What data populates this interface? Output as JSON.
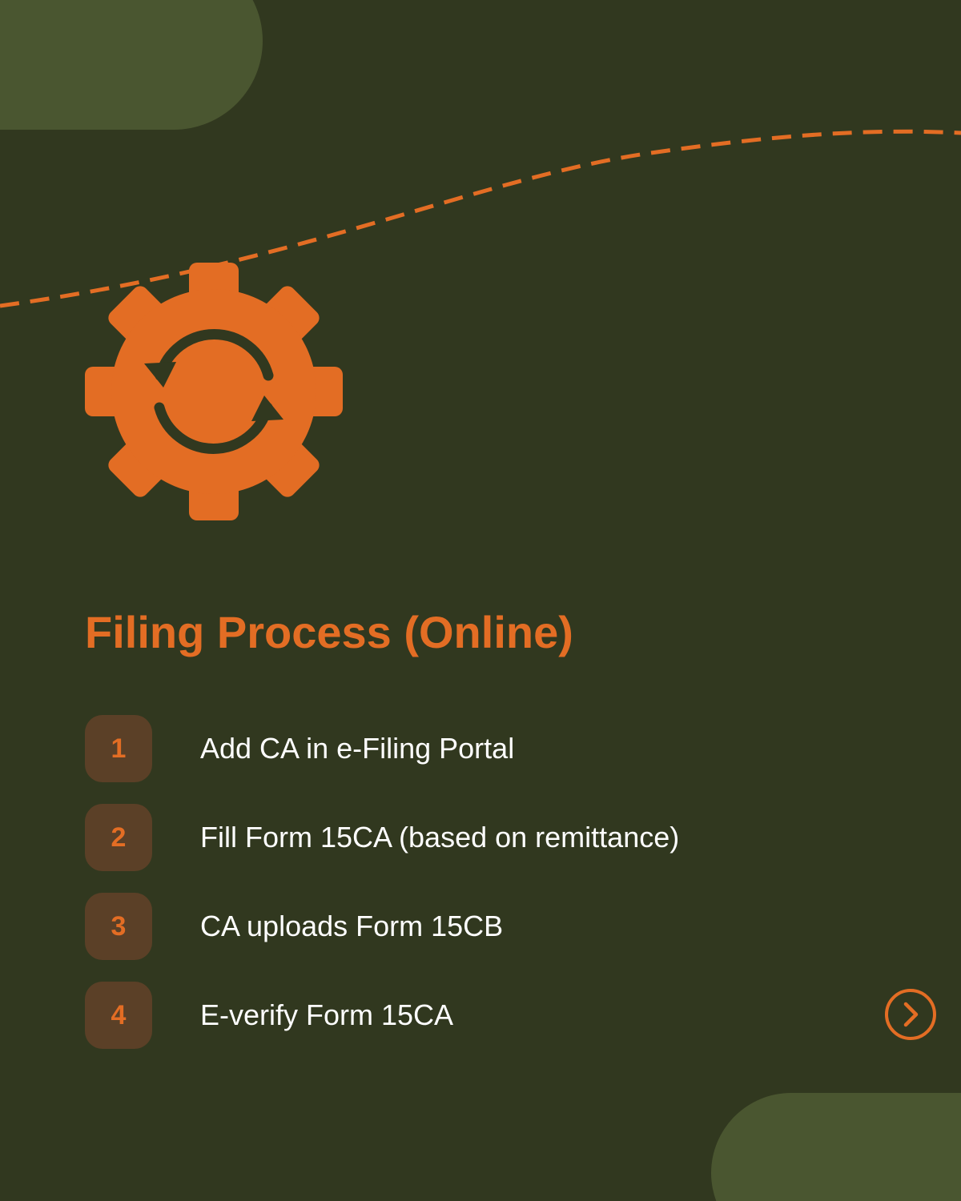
{
  "title": "Filing Process (Online)",
  "steps": [
    {
      "number": "1",
      "text": "Add CA in e-Filing Portal"
    },
    {
      "number": "2",
      "text": "Fill Form 15CA (based on remittance)"
    },
    {
      "number": "3",
      "text": "CA uploads Form 15CB"
    },
    {
      "number": "4",
      "text": "E-verify Form 15CA"
    }
  ],
  "icons": {
    "main": "gear-refresh-icon",
    "next": "chevron-right-circle-icon"
  },
  "colors": {
    "background": "#31381f",
    "accent": "#e36d24",
    "blob": "#4a5630",
    "badge": "#5b4027",
    "text": "#ffffff"
  }
}
